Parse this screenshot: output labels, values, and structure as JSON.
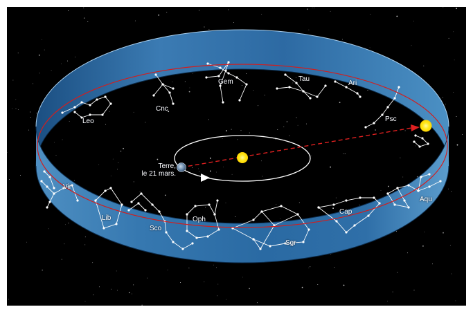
{
  "earth_label": {
    "line1": "Terre,",
    "line2": "le 21 mars."
  },
  "constellations": {
    "leo": "Leo",
    "cnc": "Cnc",
    "gem": "Gem",
    "tau": "Tau",
    "ari": "Ari",
    "psc": "Psc",
    "aqu": "Aqu",
    "cap": "Cap",
    "sgr": "Sgr",
    "oph": "Oph",
    "sco": "Sco",
    "lib": "Lib",
    "vir": "Vir"
  },
  "colors": {
    "space": "#000000",
    "band_light": "#4a88bd",
    "band_dark": "#1f5a8e",
    "ecliptic": "#d21e1e",
    "sun": "#ffee22",
    "orbit": "#ffffff",
    "earth": "#6f8fb0"
  }
}
